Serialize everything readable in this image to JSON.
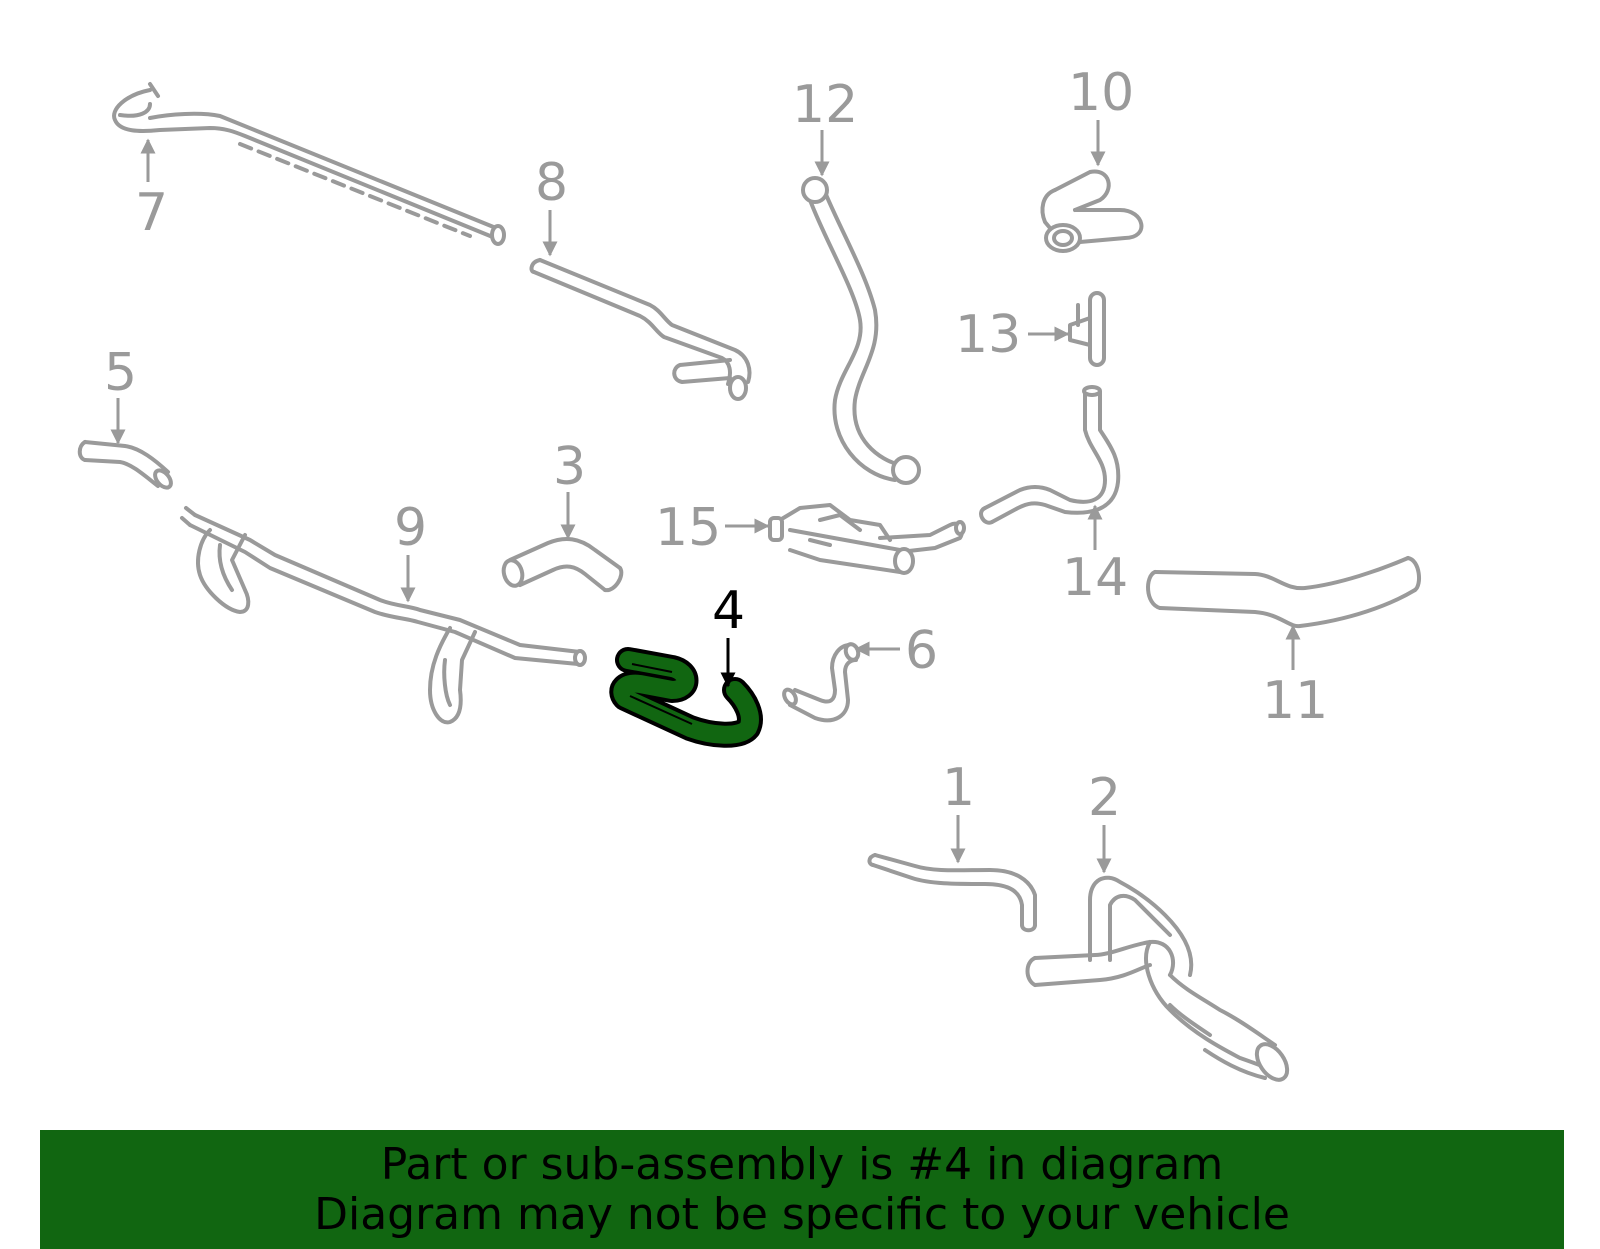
{
  "diagram": {
    "highlight_part": "4",
    "colors": {
      "line": "#9a9a9a",
      "highlight": "#116611",
      "highlight_text": "#000000",
      "banner_bg": "#116611"
    },
    "callouts": [
      {
        "id": "p1",
        "label": "1"
      },
      {
        "id": "p2",
        "label": "2"
      },
      {
        "id": "p3",
        "label": "3"
      },
      {
        "id": "p4",
        "label": "4"
      },
      {
        "id": "p5",
        "label": "5"
      },
      {
        "id": "p6",
        "label": "6"
      },
      {
        "id": "p7",
        "label": "7"
      },
      {
        "id": "p8",
        "label": "8"
      },
      {
        "id": "p9",
        "label": "9"
      },
      {
        "id": "p10",
        "label": "10"
      },
      {
        "id": "p11",
        "label": "11"
      },
      {
        "id": "p12",
        "label": "12"
      },
      {
        "id": "p13",
        "label": "13"
      },
      {
        "id": "p14",
        "label": "14"
      },
      {
        "id": "p15",
        "label": "15"
      }
    ]
  },
  "banner": {
    "line1": "Part or sub-assembly is #4 in diagram",
    "line2": "Diagram may not be specific to your vehicle"
  }
}
